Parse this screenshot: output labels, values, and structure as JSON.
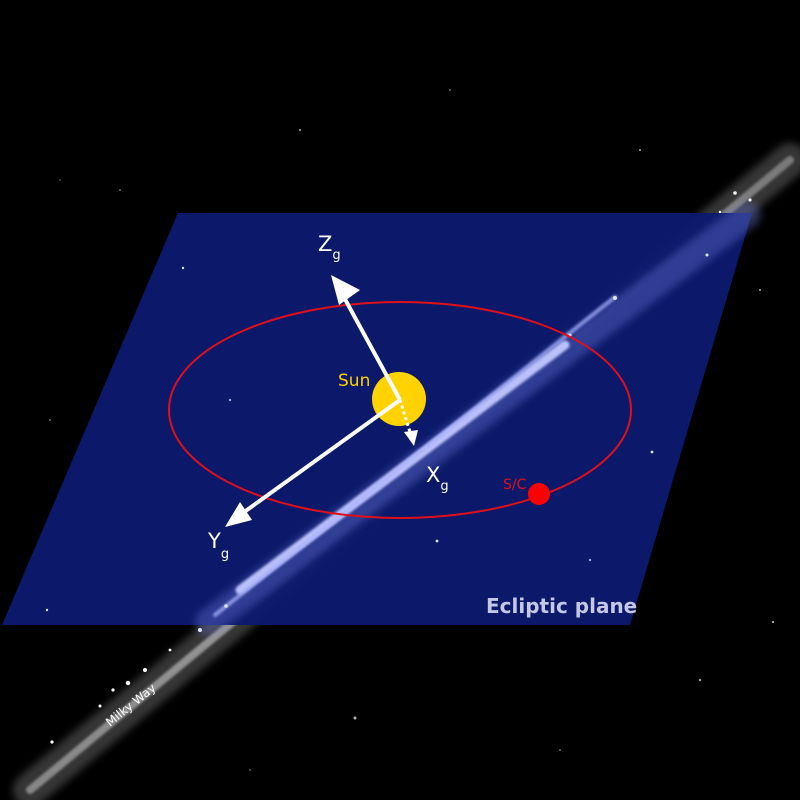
{
  "labels": {
    "z_axis": "Z",
    "z_sub": "g",
    "x_axis": "X",
    "x_sub": "g",
    "y_axis": "Y",
    "y_sub": "g",
    "sun": "Sun",
    "spacecraft": "S/C",
    "plane": "Ecliptic plane",
    "milky_way": "Milky Way"
  },
  "colors": {
    "background": "#000000",
    "plane_fill": "#0c1a6e",
    "orbit": "#e0101a",
    "sun": "#ffd200",
    "spacecraft": "#ff0000",
    "axes": "#ffffff",
    "galaxy_band": "#b8c0ff"
  }
}
